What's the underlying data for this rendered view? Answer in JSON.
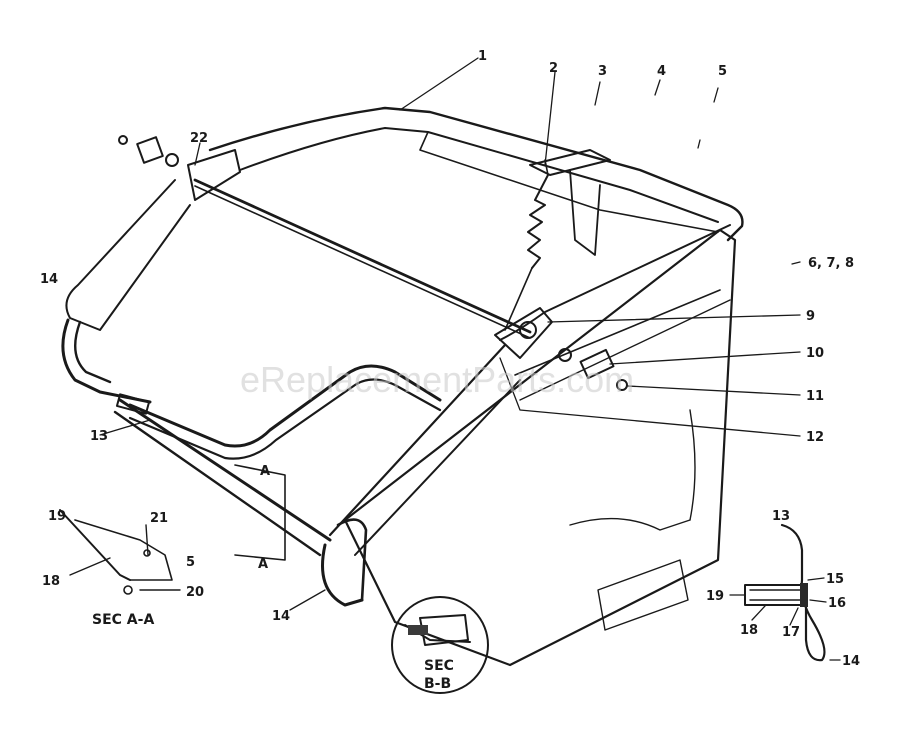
{
  "watermark": "eReplacementParts.com",
  "callouts": {
    "c1": "1",
    "c2": "2",
    "c3": "3",
    "c4": "4",
    "c5": "5",
    "c678": "6, 7, 8",
    "c9": "9",
    "c10": "10",
    "c11": "11",
    "c12": "12",
    "c13": "13",
    "c14": "14",
    "c22": "22",
    "cA_top": "A",
    "cA_bot": "A"
  },
  "section_aa": {
    "title": "SEC A-A",
    "c19": "19",
    "c21": "21",
    "c5": "5",
    "c18": "18",
    "c20": "20"
  },
  "section_bb": {
    "title_line1": "SEC",
    "title_line2": "B-B"
  },
  "detail_right": {
    "c13": "13",
    "c15": "15",
    "c16": "16",
    "c19": "19",
    "c18": "18",
    "c17": "17",
    "c14": "14"
  }
}
